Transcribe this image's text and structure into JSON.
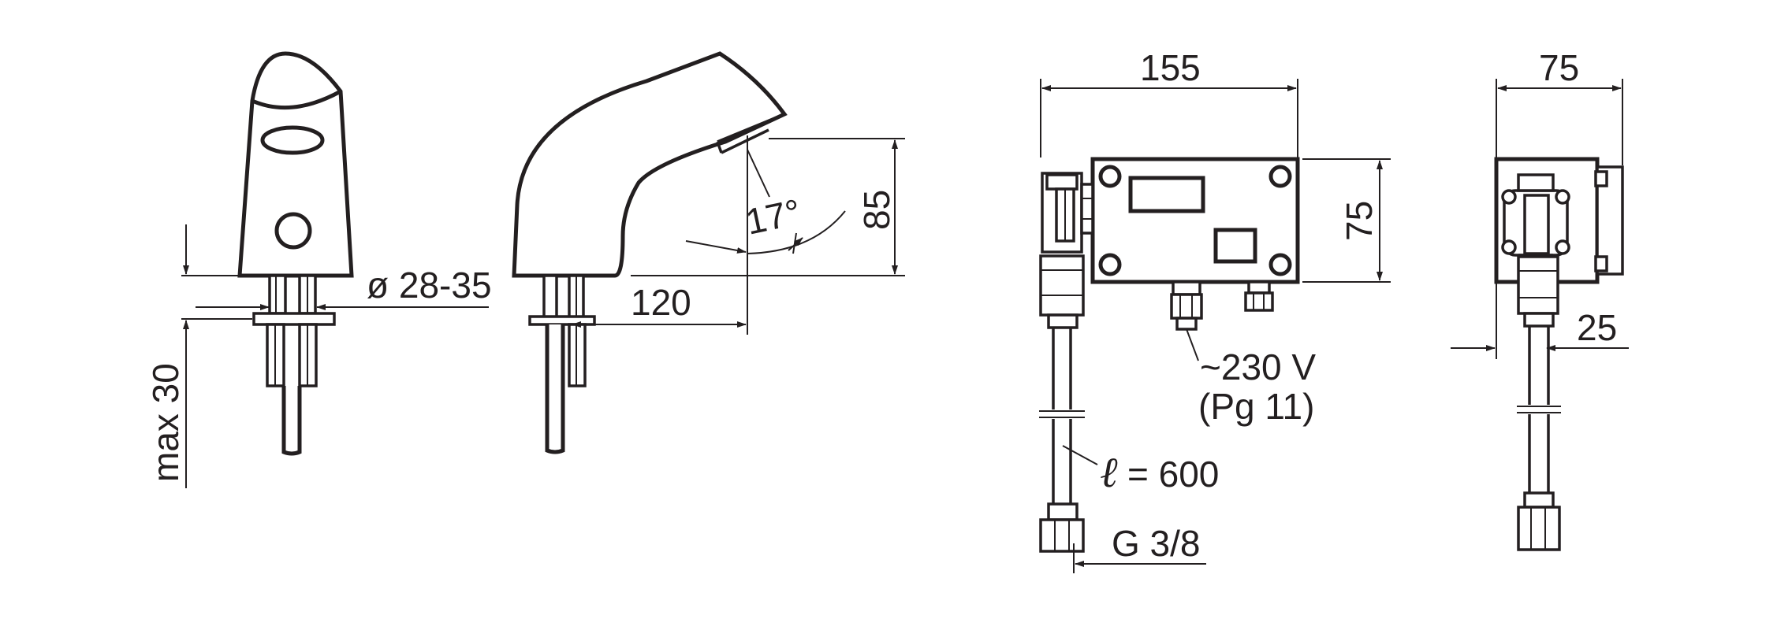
{
  "dimensions": {
    "diameter": "ø 28-35",
    "max_thickness": "max 30",
    "spout_reach": "120",
    "spout_height": "85",
    "angle": "17°",
    "box_width": "155",
    "box_height": "75",
    "box_depth": "75",
    "depth_offset": "25",
    "voltage": "~230 V",
    "gland": "(Pg 11)",
    "hose_length_value": "= 600",
    "thread": "G 3/8"
  },
  "icons": {
    "length_symbol": "script-l-glyph"
  }
}
